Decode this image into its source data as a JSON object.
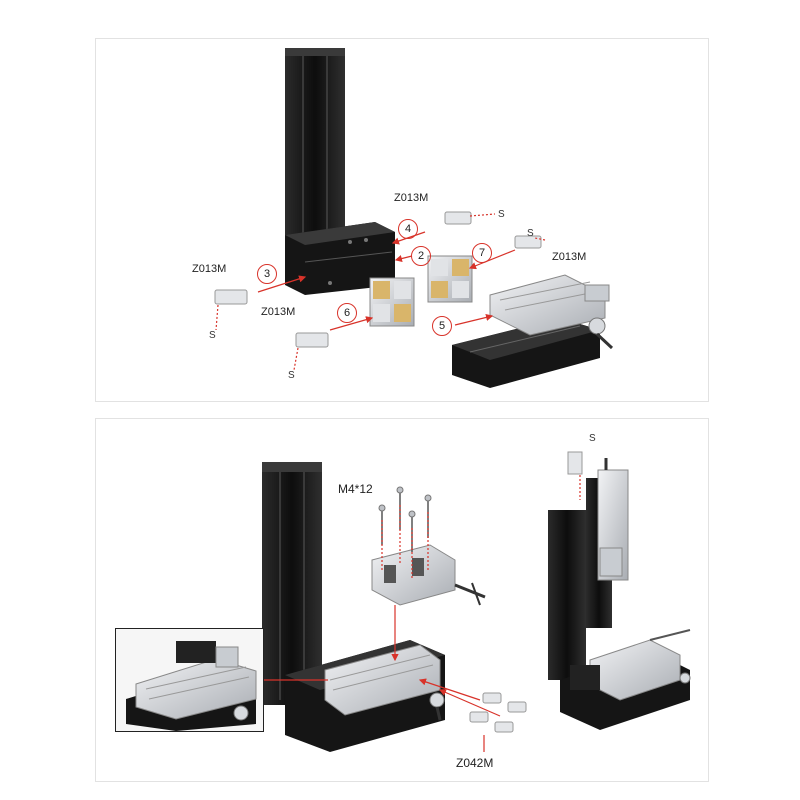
{
  "top": {
    "part_codes": {
      "c1": "Z013M",
      "c2": "Z013M",
      "c3": "Z013M",
      "c4": "Z013M"
    },
    "steps": [
      "3",
      "4",
      "2",
      "7",
      "6",
      "5"
    ],
    "screw_marks": [
      "S",
      "S",
      "S",
      "S"
    ]
  },
  "bottom": {
    "screw_spec": "M4*12",
    "part_code": "Z042M",
    "screw_marks": [
      "S"
    ]
  },
  "colors": {
    "arrow": "#d8332a",
    "metal_dark": "#1c1c1c",
    "metal_light": "#cfd2d6"
  }
}
